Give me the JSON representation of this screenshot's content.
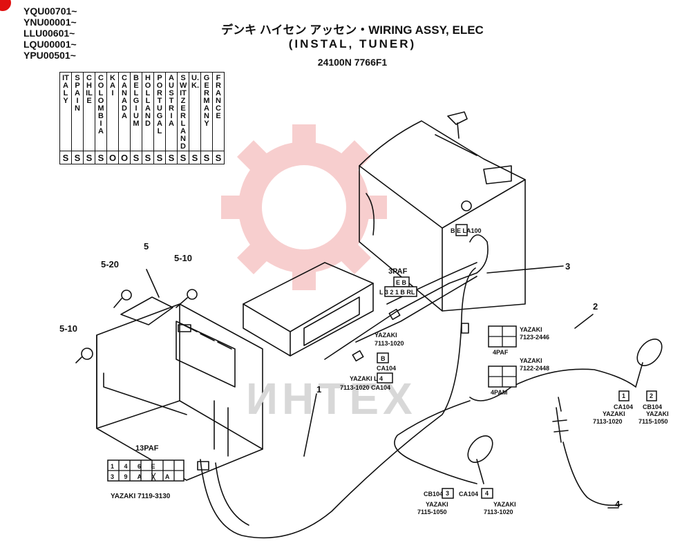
{
  "header": {
    "serials": [
      "YQU00701~",
      "YNU00001~",
      "LLU00601~",
      "LQU00001~",
      "YPU00501~"
    ],
    "title_line1": "デンキ ハイセン アッセン・WIRING ASSY, ELEC",
    "title_line2": "(INSTAL, TUNER)",
    "part_number": "24100N 7766F1"
  },
  "country_table": {
    "countries": [
      "ITALY",
      "SPAIN",
      "CHILE",
      "COLOMBIA",
      "KAI",
      "CANADA",
      "BELGIUM",
      "HOLLAND",
      "PORTUGAL",
      "AUSTRIA",
      "SWITZER LAND",
      "U.K.",
      "GERMANY",
      "FRANCE"
    ],
    "codes": [
      "S",
      "S",
      "S",
      "S",
      "O",
      "O",
      "S",
      "S",
      "S",
      "S",
      "S",
      "S",
      "S",
      "S"
    ]
  },
  "callouts": {
    "c1": "1",
    "c2": "2",
    "c3": "3",
    "c4": "4",
    "c5": "5",
    "c5_10a": "5-10",
    "c5_10b": "5-10",
    "c5_20": "5-20"
  },
  "connectors": {
    "paf3_title": "3PAF",
    "paf3_row1": "E  B",
    "paf3_row2": "L 3 2 1 B RL",
    "la100": "B E LA100",
    "yazaki_a": "YAZAKI",
    "yazaki_a_pn": "7113-1020",
    "yazaki_b": "YAZAKI L 4",
    "yazaki_b_pn": "7113-1020 CA104",
    "ca104_a": "CA104",
    "b_small": "B",
    "paf4_upper_yazaki": "YAZAKI",
    "paf4_upper_pn": "7123-2446",
    "paf4_upper_label": "4PAF",
    "paf4_lower_yazaki": "YAZAKI",
    "paf4_lower_pn": "7122-2448",
    "paf4_lower_label": "4PAM",
    "right_pin1": "1",
    "right_pin2": "2",
    "right_ca104": "CA104",
    "right_cb104": "CB104",
    "right_yazaki_a": "YAZAKI",
    "right_yazaki_a_pn": "7113-1020",
    "right_yazaki_b": "YAZAKI",
    "right_yazaki_b_pn": "7115-1050",
    "bottom_cb104": "CB104",
    "bottom_ca104": "CA104",
    "bottom_pin3": "3",
    "bottom_pin4": "4",
    "bottom_yazaki_a": "YAZAKI",
    "bottom_yazaki_a_pn": "7115-1050",
    "bottom_yazaki_b": "YAZAKI",
    "bottom_yazaki_b_pn": "7113-1020",
    "paf13_title": "13PAF",
    "paf13_row1": "1 4 6   E",
    "paf13_row2": "3 9 A ╳ A",
    "paf13_yazaki": "YAZAKI  7119-3130"
  },
  "watermark": "ИНТЕХ",
  "colors": {
    "ink": "#111111",
    "watermark_gear": "#f7c9c9",
    "corner_mark": "#e01010"
  }
}
